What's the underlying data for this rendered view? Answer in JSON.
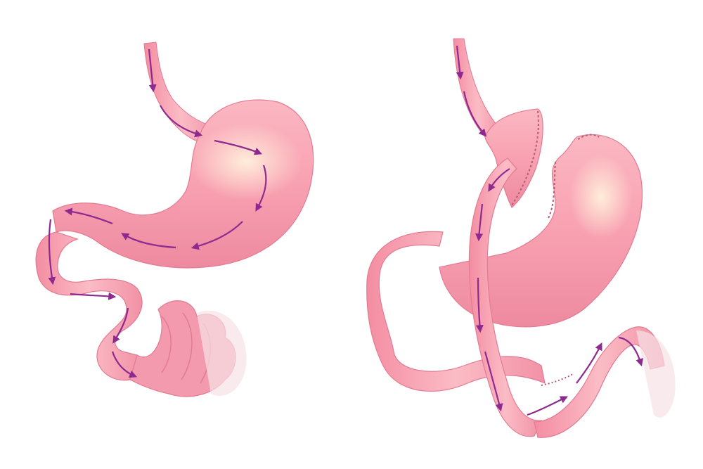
{
  "figure": {
    "panels": [
      {
        "id": "normal-anatomy",
        "kind": "illustration"
      },
      {
        "id": "gastric-bypass",
        "kind": "illustration"
      }
    ],
    "colors": {
      "background": "#ffffff",
      "tissue_fill": "#f7a0b0",
      "tissue_highlight": "#fde3c8",
      "tissue_outline": "#e27b91",
      "flow_arrow": "#8e2a8f",
      "staple_line": "#b85a70"
    },
    "icons": {
      "flow_direction": "arrow-icon"
    }
  }
}
